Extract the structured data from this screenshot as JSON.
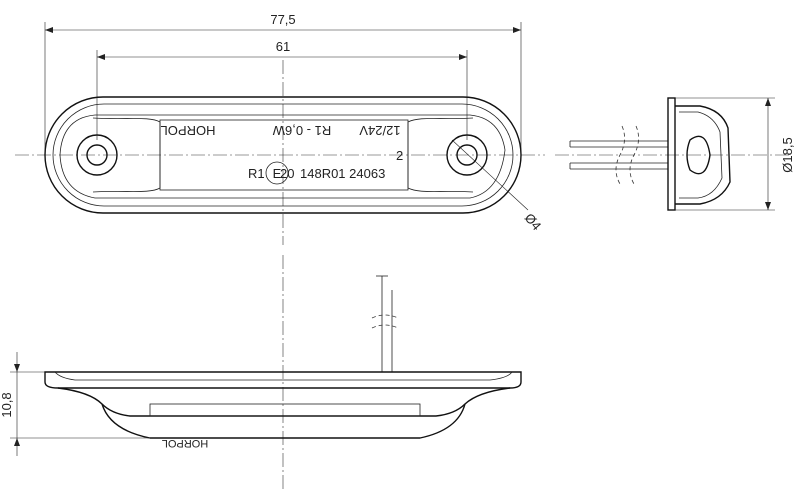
{
  "dimensions": {
    "overall_length": "77,5",
    "hole_spacing": "61",
    "hole_diameter": "Ø4",
    "side_height": "Ø18,5",
    "profile_height": "10,8"
  },
  "markings": {
    "brand": "HORPOL",
    "voltage": "12/24V",
    "power": "R1 - 0,6W",
    "approval_prefix": "R1",
    "approval_circle": "E",
    "approval_code": "20",
    "approval_number": "148R01 24063",
    "position_number": "2",
    "bottom_text": "HORPOL"
  }
}
